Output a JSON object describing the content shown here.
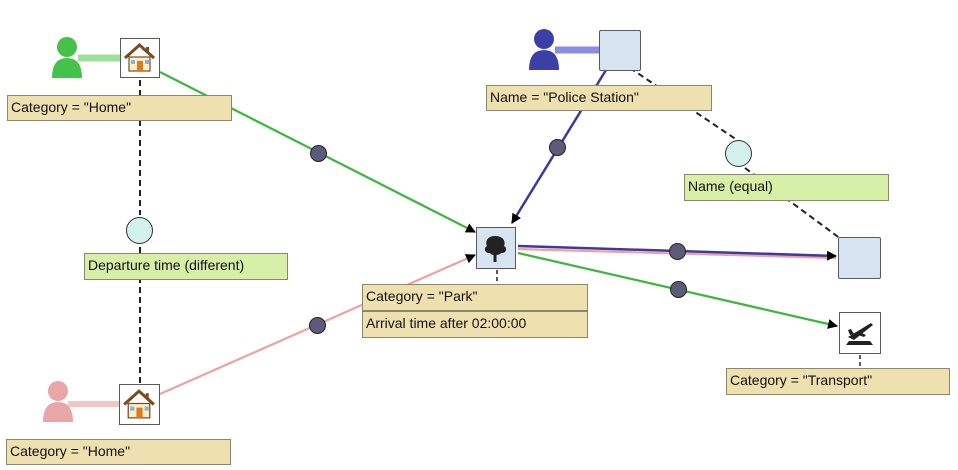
{
  "nodes": {
    "home_green": {
      "category_label": "Category = \"Home\"",
      "icon": "house-icon",
      "user_color": "#44c24a"
    },
    "home_pink": {
      "category_label": "Category = \"Home\"",
      "icon": "house-icon",
      "user_color": "#e8a6a8"
    },
    "police": {
      "name_label": "Name = \"Police Station\"",
      "user_color": "#3b3fa8"
    },
    "park": {
      "category_label": "Category = \"Park\"",
      "condition_label": "Arrival time after 02:00:00",
      "icon": "tree-icon"
    },
    "transport": {
      "category_label": "Category = \"Transport\"",
      "icon": "airplane-icon"
    },
    "target_square": {
      "icon": "square"
    }
  },
  "conditions": {
    "departure": "Departure time (different)",
    "name_equal": "Name (equal)"
  },
  "colors": {
    "green_edge": "#3ab83a",
    "blue_edge": "#3a3aa0",
    "pink_edge": "#f0a0a0",
    "label_bg": "#efe0b0",
    "condition_bg": "#d6f0a8"
  }
}
